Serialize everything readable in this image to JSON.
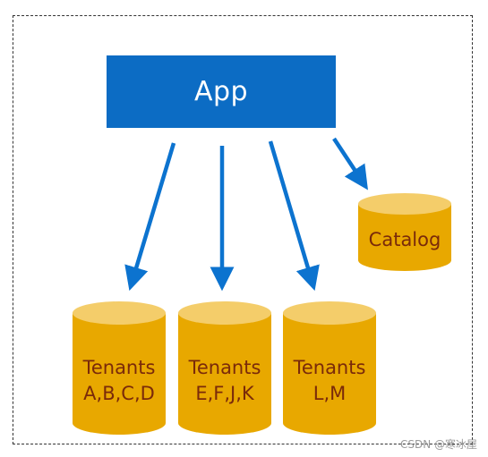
{
  "app": {
    "label": "App"
  },
  "databases": {
    "catalog": {
      "label": "Catalog"
    },
    "tenants_abcd": {
      "line1": "Tenants",
      "line2": "A,B,C,D"
    },
    "tenants_efjk": {
      "line1": "Tenants",
      "line2": "E,F,J,K"
    },
    "tenants_lm": {
      "line1": "Tenants",
      "line2": "L,M"
    }
  },
  "colors": {
    "app_fill": "#0c6cc4",
    "db_body": "#e8a800",
    "db_top": "#f4cd6a",
    "arrow": "#0c73cf",
    "db_text": "#7a2a0a"
  },
  "watermark": "CSDN @寒冰屋"
}
